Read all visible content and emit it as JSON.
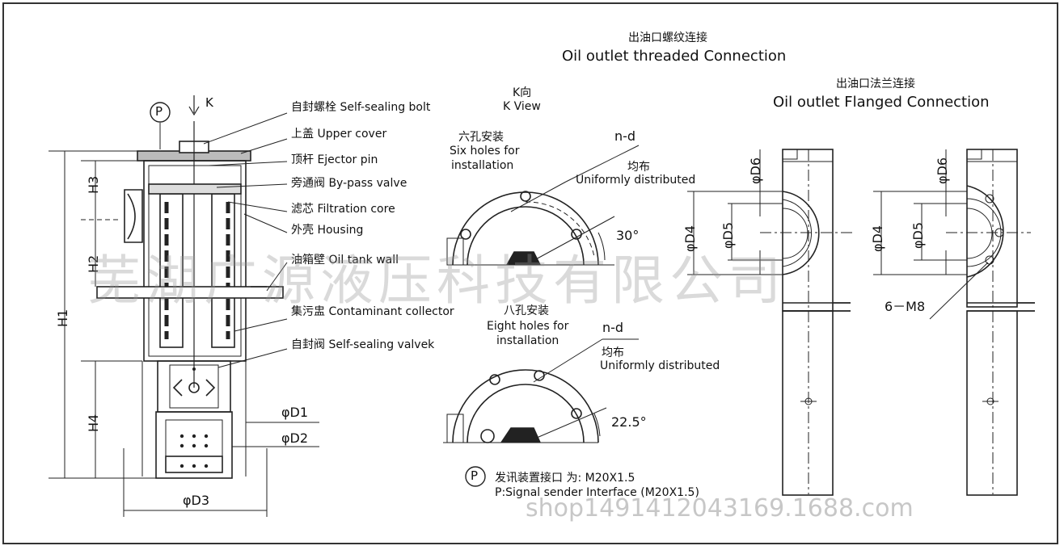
{
  "titles": {
    "threaded_cn": "出油口螺纹连接",
    "threaded_en": "Oil outlet threaded Connection",
    "flanged_cn": "出油口法兰连接",
    "flanged_en": "Oil outlet Flanged Connection"
  },
  "k_view": {
    "arrow_label": "K",
    "cn": "K向",
    "en": "K View"
  },
  "p_symbol": "P",
  "callouts": [
    "自封螺栓 Self-sealing bolt",
    "上盖 Upper cover",
    "顶杆 Ejector pin",
    "旁通阀 By-pass valve",
    "滤芯 Filtration core",
    "外壳 Housing",
    "油箱壁 Oil tank wall",
    "集污盅 Contaminant collector",
    "自封阀 Self-sealing valvek"
  ],
  "dimensions": {
    "H1": "H1",
    "H2": "H2",
    "H3": "H3",
    "H4": "H4",
    "D1": "φD1",
    "D2": "φD2",
    "D3": "φD3",
    "D4": "φD4",
    "D5": "φD5",
    "D6": "φD6"
  },
  "six_holes": {
    "cn": "六孔安装",
    "en1": "Six holes for",
    "en2": "installation",
    "nd": "n-d",
    "dist_cn": "均布",
    "dist_en": "Uniformly distributed",
    "angle": "30°"
  },
  "eight_holes": {
    "cn": "八孔安装",
    "en1": "Eight holes for",
    "en2": "installation",
    "nd": "n-d",
    "dist_cn": "均布",
    "dist_en": "Uniformly distributed",
    "angle": "22.5°"
  },
  "flange_bolt": "6－M8",
  "signal": {
    "cn": "发讯装置接口 为: M20X1.5",
    "en": "P:Signal sender Interface (M20X1.5)"
  },
  "watermark": {
    "company": "芜湖广源液压科技有限公司",
    "shop": "shop1491412043169.1688.com"
  }
}
